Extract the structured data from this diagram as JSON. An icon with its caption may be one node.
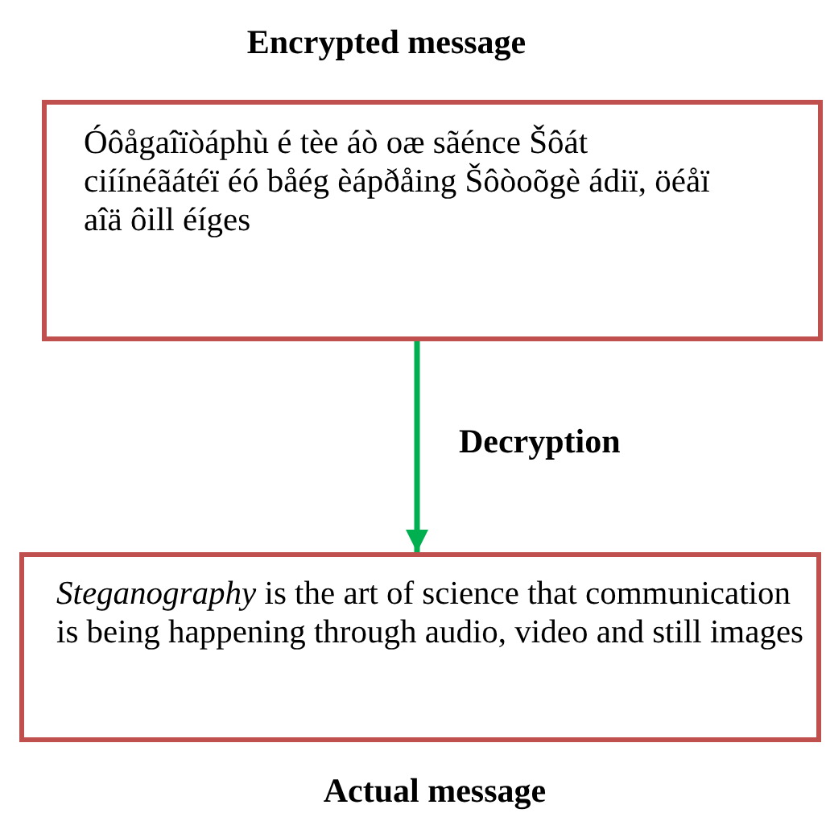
{
  "diagram": {
    "nodes": [
      {
        "text": [
          "Encrypted message",
          "Óôågaîïòáphù é tèe áò oæ sãénce Šôát ciíínéãátéï éó båég èápðåing Šôòoõgè ádiï, öéåï aîä ôill éíges"
        ]
      },
      {
        "text": [
          "*Steganography* is the art of science that communication is being happening through audio, video and still images",
          "Actual message"
        ]
      }
    ],
    "edges": [
      {
        "from": 0,
        "to": 1,
        "arrow": "to",
        "label": "Decryption",
        "color": "#00b050"
      }
    ]
  }
}
